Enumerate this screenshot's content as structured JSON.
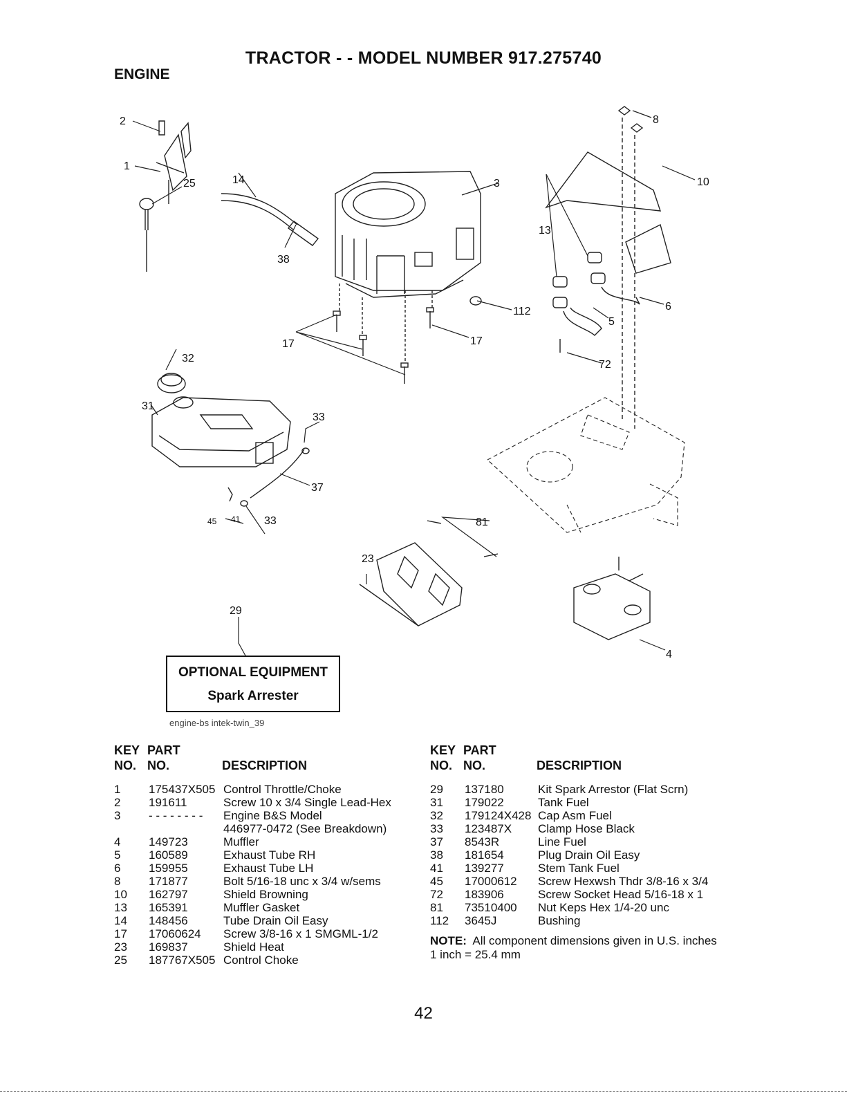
{
  "header": {
    "title": "TRACTOR - - MODEL NUMBER 917.275740",
    "section": "ENGINE"
  },
  "diagram": {
    "callouts": [
      "1",
      "2",
      "3",
      "4",
      "5",
      "6",
      "8",
      "10",
      "13",
      "14",
      "17",
      "17",
      "23",
      "25",
      "29",
      "31",
      "32",
      "33",
      "33",
      "37",
      "38",
      "41",
      "45",
      "72",
      "81",
      "112"
    ],
    "optional_equipment": {
      "title": "OPTIONAL EQUIPMENT",
      "item": "Spark Arrester"
    },
    "reference": "engine-bs intek-twin_39"
  },
  "table_headers": {
    "key": "KEY",
    "no": "NO.",
    "part": "PART",
    "description": "DESCRIPTION"
  },
  "parts_left": [
    {
      "key": "1",
      "part": "175437X505",
      "desc": "Control Throttle/Choke"
    },
    {
      "key": "2",
      "part": "191611",
      "desc": "Screw 10 x 3/4 Single Lead-Hex"
    },
    {
      "key": "3",
      "part": "- - - - - - - -",
      "desc": "Engine B&S Model"
    },
    {
      "key": "",
      "part": "",
      "desc": "446977-0472 (See Breakdown)"
    },
    {
      "key": "4",
      "part": "149723",
      "desc": "Muffler"
    },
    {
      "key": "5",
      "part": "160589",
      "desc": "Exhaust Tube RH"
    },
    {
      "key": "6",
      "part": "159955",
      "desc": "Exhaust Tube LH"
    },
    {
      "key": "8",
      "part": "171877",
      "desc": "Bolt 5/16-18 unc x 3/4 w/sems"
    },
    {
      "key": "10",
      "part": "162797",
      "desc": "Shield Browning"
    },
    {
      "key": "13",
      "part": "165391",
      "desc": "Muffler Gasket"
    },
    {
      "key": "14",
      "part": "148456",
      "desc": "Tube Drain Oil Easy"
    },
    {
      "key": "17",
      "part": "17060624",
      "desc": "Screw 3/8-16 x 1 SMGML-1/2"
    },
    {
      "key": "23",
      "part": "169837",
      "desc": "Shield Heat"
    },
    {
      "key": "25",
      "part": "187767X505",
      "desc": "Control Choke"
    }
  ],
  "parts_right": [
    {
      "key": "29",
      "part": "137180",
      "desc": "Kit Spark Arrestor (Flat Scrn)"
    },
    {
      "key": "31",
      "part": "179022",
      "desc": "Tank Fuel"
    },
    {
      "key": "32",
      "part": "179124X428",
      "desc": "Cap Asm Fuel"
    },
    {
      "key": "33",
      "part": "123487X",
      "desc": "Clamp Hose Black"
    },
    {
      "key": "37",
      "part": "8543R",
      "desc": "Line Fuel"
    },
    {
      "key": "38",
      "part": "181654",
      "desc": "Plug Drain Oil Easy"
    },
    {
      "key": "41",
      "part": "139277",
      "desc": "Stem Tank Fuel"
    },
    {
      "key": "45",
      "part": "17000612",
      "desc": "Screw Hexwsh Thdr 3/8-16 x 3/4"
    },
    {
      "key": "72",
      "part": "183906",
      "desc": "Screw Socket Head 5/16-18 x 1"
    },
    {
      "key": "81",
      "part": "73510400",
      "desc": "Nut Keps Hex 1/4-20 unc"
    },
    {
      "key": "112",
      "part": "3645J",
      "desc": "Bushing"
    }
  ],
  "note": {
    "label": "NOTE:",
    "text": "All component dimensions given in U.S. inches 1 inch = 25.4 mm"
  },
  "page_number": "42"
}
